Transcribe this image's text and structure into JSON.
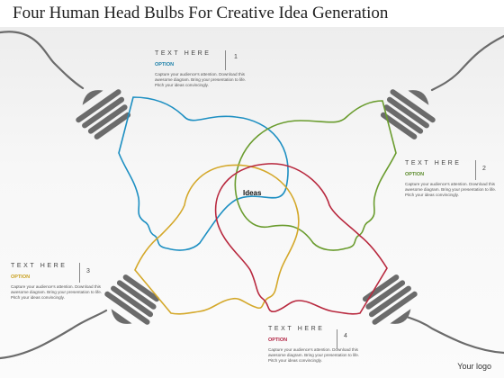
{
  "title": "Four Human Head Bulbs For Creative Idea Generation",
  "center_label": "Ideas",
  "logo": "Your logo",
  "callouts": [
    {
      "heading": "TEXT HERE",
      "number": "1",
      "option": "OPTION",
      "option_color": "#1a7fa8",
      "desc": "Capture your audience's attention. Download this awesome diagram. Bring your presentation to life. Pitch your ideas convincingly."
    },
    {
      "heading": "TEXT HERE",
      "number": "2",
      "option": "OPTION",
      "option_color": "#5a8a2a",
      "desc": "Capture your audience's attention. Download this awesome diagram. Bring your presentation to life. Pitch your ideas convincingly."
    },
    {
      "heading": "TEXT HERE",
      "number": "3",
      "option": "OPTION",
      "option_color": "#c8a020",
      "desc": "Capture your audience's attention. Download this awesome diagram. Bring your presentation to life. Pitch your ideas convincingly."
    },
    {
      "heading": "TEXT HERE",
      "number": "4",
      "option": "OPTION",
      "option_color": "#b02040",
      "desc": "Capture your audience's attention. Download this awesome diagram. Bring your presentation to life. Pitch your ideas convincingly."
    }
  ],
  "colors": {
    "blue": "#1d8fc2",
    "green": "#6a9c2e",
    "yellow": "#d4a82a",
    "red": "#b8283e",
    "socket": "#6b6b6b"
  }
}
